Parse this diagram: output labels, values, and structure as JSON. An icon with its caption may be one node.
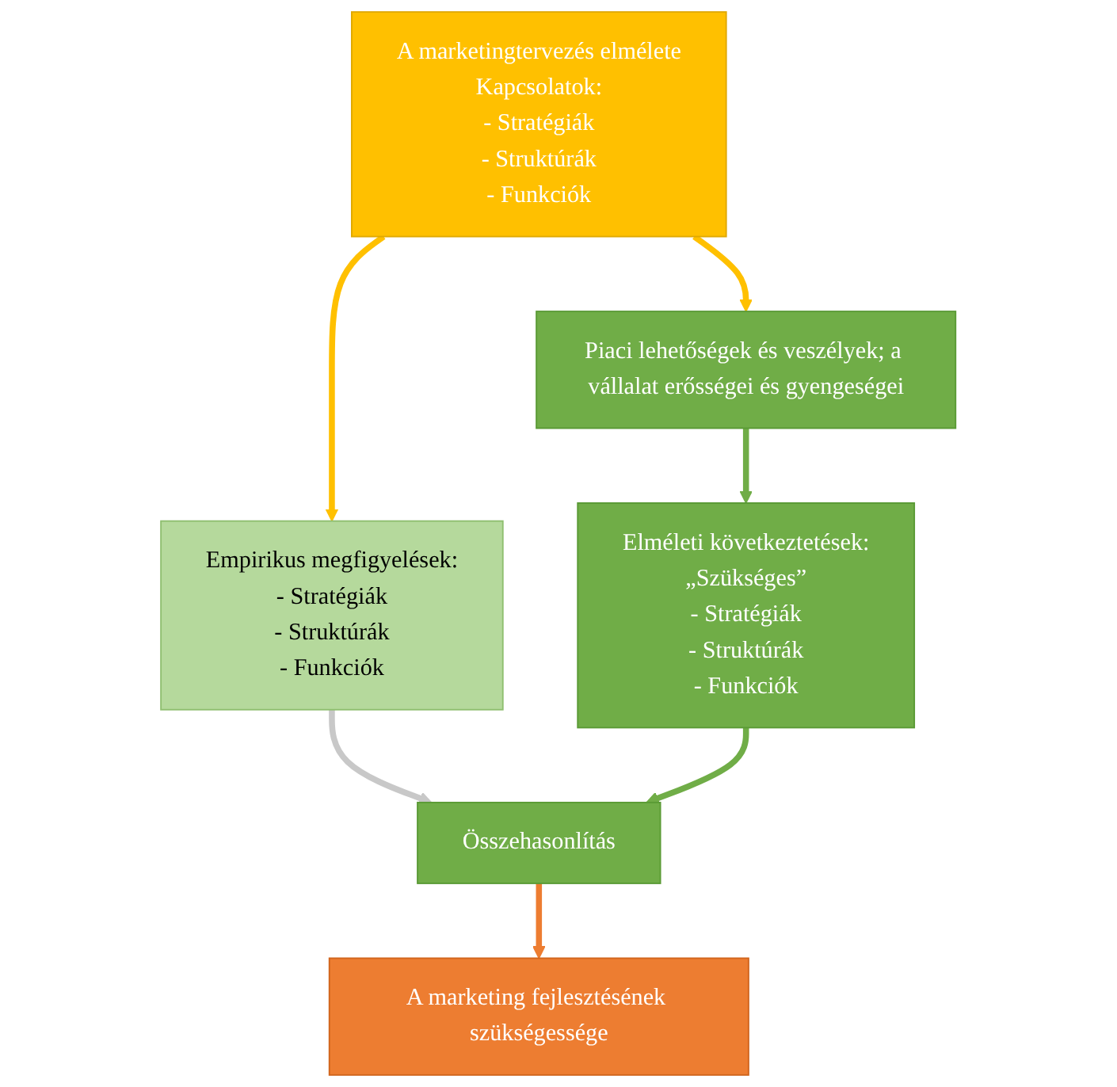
{
  "diagram": {
    "nodes": [
      {
        "text": [
          "A marketingtervezés elmélete",
          "Kapcsolatok:",
          "- Stratégiák",
          "- Struktúrák",
          "- Funkciók"
        ]
      },
      {
        "text": [
          "Piaci lehetőségek és veszélyek; a vállalat erősségei és gyengeségei"
        ]
      },
      {
        "text": [
          "Elméleti következtetések:",
          "„Szükséges”",
          "- Stratégiák",
          "- Struktúrák",
          "- Funkciók"
        ]
      },
      {
        "text": [
          "Empirikus megfigyelések:",
          "- Stratégiák",
          "- Struktúrák",
          "- Funkciók"
        ]
      },
      {
        "text": [
          "Összehasonlítás"
        ]
      },
      {
        "text": [
          "A marketing fejlesztésének szükségessége"
        ]
      }
    ],
    "edges": [
      {
        "from": 0,
        "to": 1,
        "arrow": "to",
        "color": "#ffc000"
      },
      {
        "from": 1,
        "to": 2,
        "arrow": "to",
        "color": "#70ad47"
      },
      {
        "from": 0,
        "to": 3,
        "arrow": "to",
        "color": "#ffc000"
      },
      {
        "from": 3,
        "to": 4,
        "arrow": "to",
        "color": "#c8c8c8"
      },
      {
        "from": 2,
        "to": 4,
        "arrow": "to",
        "color": "#70ad47"
      },
      {
        "from": 4,
        "to": 5,
        "arrow": "to",
        "color": "#ed7d31"
      }
    ]
  }
}
